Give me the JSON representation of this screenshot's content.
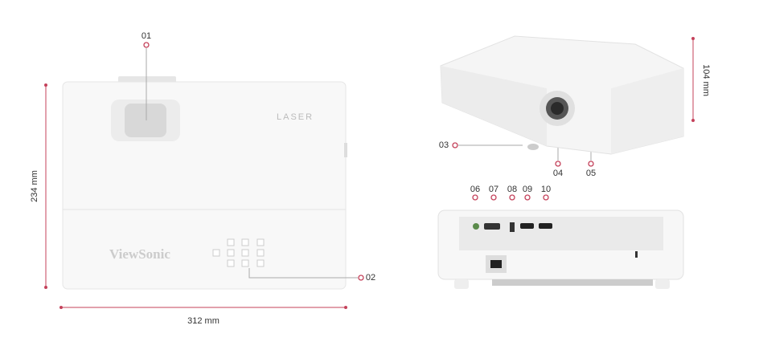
{
  "dimensions": {
    "depth": "234 mm",
    "width": "312 mm",
    "height": "104 mm"
  },
  "product": {
    "brand": "ViewSonic",
    "badge": "LASER"
  },
  "callouts": [
    "01",
    "02",
    "03",
    "04",
    "05",
    "06",
    "07",
    "08",
    "09",
    "10"
  ],
  "colors": {
    "accent": "#c4415a",
    "line": "#999999",
    "body": "#f7f7f7"
  }
}
